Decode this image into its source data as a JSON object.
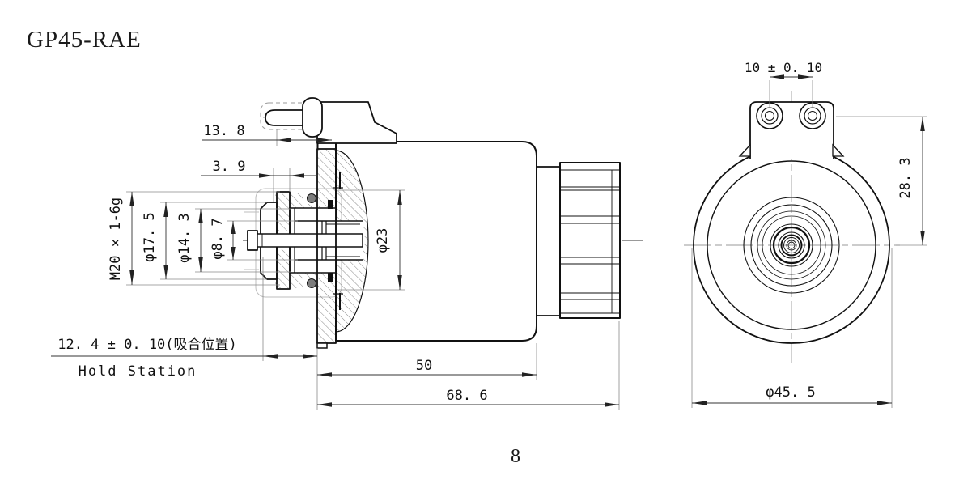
{
  "title": "GP45-RAE",
  "page_number": "8",
  "side_view": {
    "dims": {
      "pin_travel": "13. 8",
      "stroke": "3. 9",
      "thread": "M20 × 1-6g",
      "dia_17_5": "φ17. 5",
      "dia_14_3": "φ14. 3",
      "dia_8_7": "φ8. 7",
      "dia_23": "φ23",
      "hold_cn": "12. 4 ± 0. 10(吸合位置)",
      "hold_en": "Hold Station",
      "len_50": "50",
      "len_68_6": "68. 6"
    }
  },
  "front_view": {
    "dims": {
      "terminal_pitch": "10 ± 0. 10",
      "tab_offset": "28. 3",
      "outer_dia": "φ45. 5"
    }
  },
  "colors": {
    "line": "#111111",
    "centerline": "#999999",
    "extension": "#8a8a8a",
    "o_ring": "#7d7d7d",
    "background": "#ffffff"
  }
}
